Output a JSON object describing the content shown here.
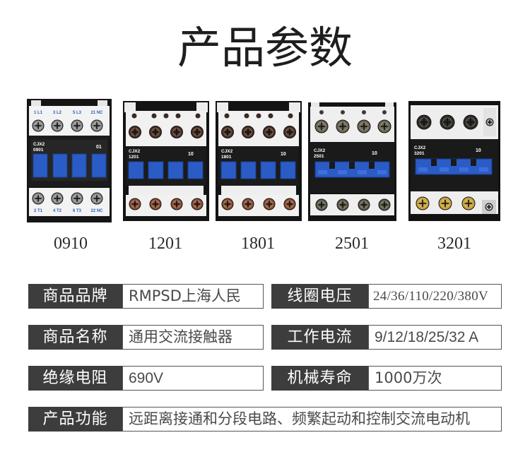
{
  "title": "产品参数",
  "products": [
    {
      "caption": "0910",
      "model": [
        "CJX2",
        "0901"
      ],
      "contact": "01",
      "top_labels": [
        "1 L1",
        "3 L2",
        "5 L3",
        "21 NC"
      ],
      "bottom_labels": [
        "2 T1",
        "4 T2",
        "6 T3",
        "22 NC"
      ]
    },
    {
      "caption": "1201",
      "model": [
        "CJX2",
        "1201"
      ],
      "contact": "10"
    },
    {
      "caption": "1801",
      "model": [
        "CJX2",
        "1801"
      ],
      "contact": "10"
    },
    {
      "caption": "2501",
      "model": [
        "CJX2",
        "2501"
      ],
      "contact": "10"
    },
    {
      "caption": "3201",
      "model": [
        "CJX2",
        "3201"
      ],
      "contact": "10"
    }
  ],
  "specs": {
    "brand": {
      "label": "商品品牌",
      "value": "RMPSD上海人民"
    },
    "coil_voltage": {
      "label": "线圈电压",
      "value": "24/36/110/220/380V"
    },
    "name": {
      "label": "商品名称",
      "value": "通用交流接触器"
    },
    "current": {
      "label": "工作电流",
      "value": "9/12/18/25/32 A"
    },
    "insulation": {
      "label": "绝缘电阻",
      "value": "690V"
    },
    "life": {
      "label": "机械寿命",
      "value": "1000万次"
    },
    "function": {
      "label": "产品功能",
      "value": "远距离接通和分段电路、频繁起动和控制交流电动机"
    }
  },
  "colors": {
    "label_bg": "#3d3d3d",
    "device_blue": "#2b5cc6",
    "terminal_label_blue": "#2d5db8"
  }
}
